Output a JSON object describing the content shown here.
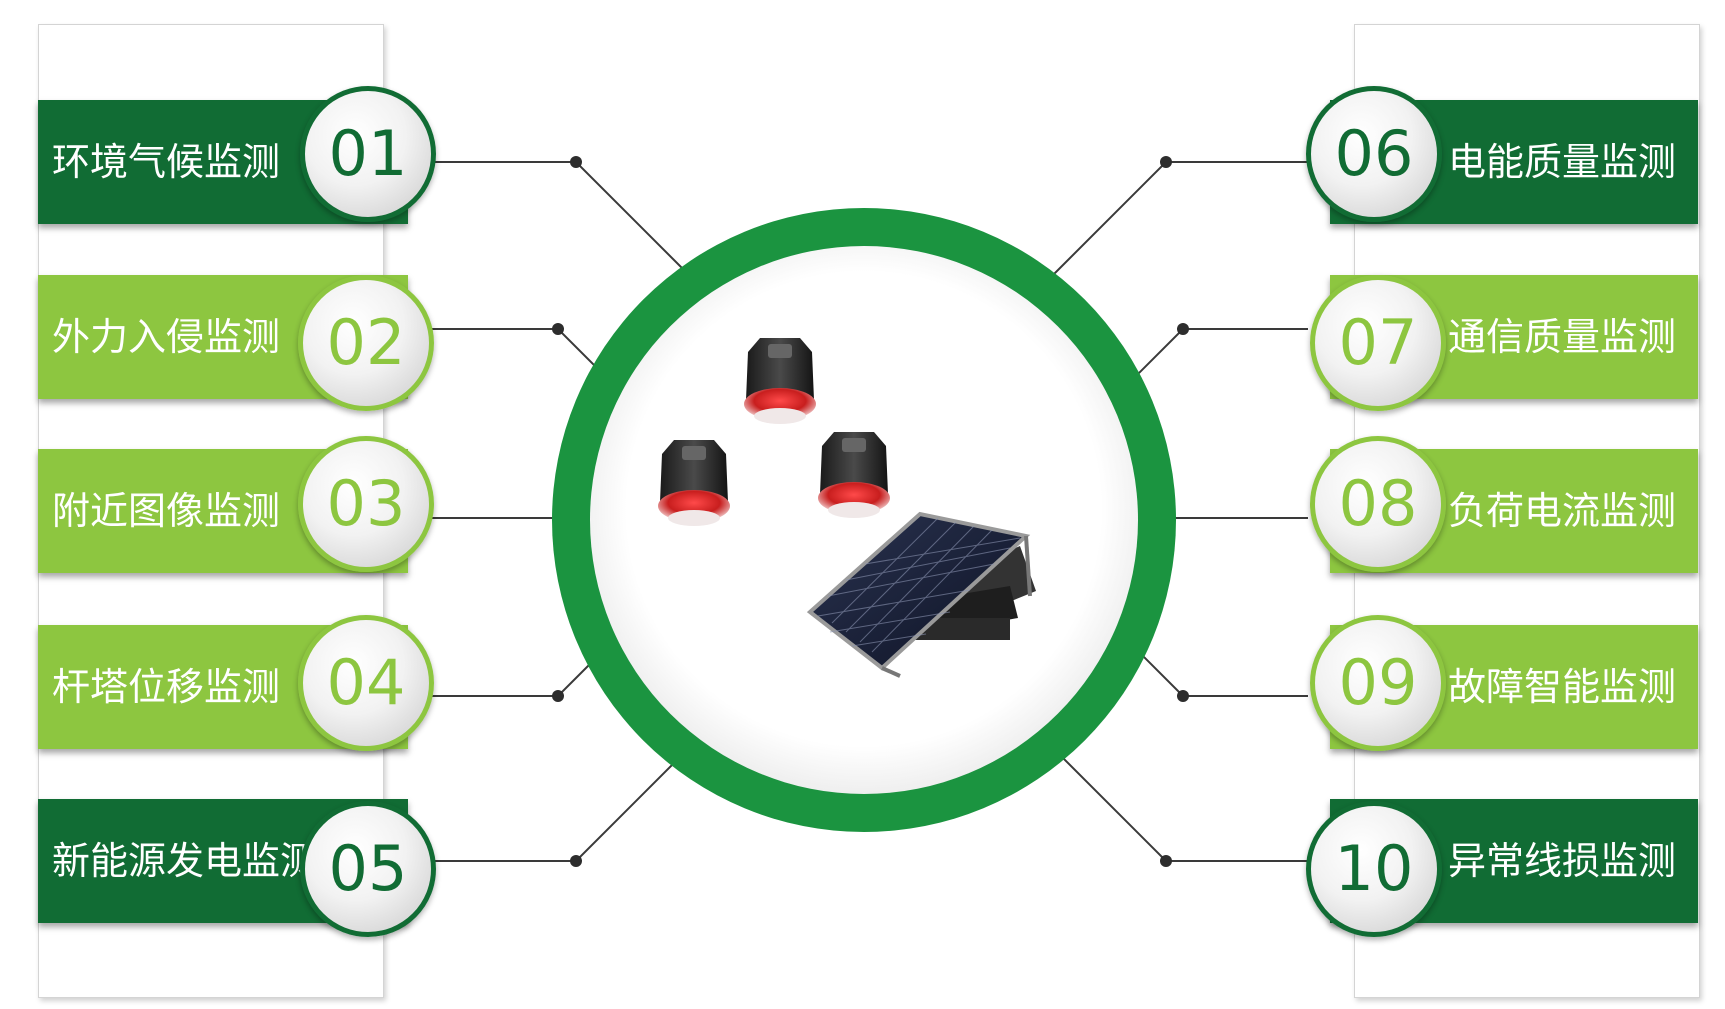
{
  "items": [
    {
      "num": "01",
      "label": "环境气候监测"
    },
    {
      "num": "02",
      "label": "外力入侵监测"
    },
    {
      "num": "03",
      "label": "附近图像监测"
    },
    {
      "num": "04",
      "label": "杆塔位移监测"
    },
    {
      "num": "05",
      "label": "新能源发电监测"
    },
    {
      "num": "06",
      "label": "电能质量监测"
    },
    {
      "num": "07",
      "label": "通信质量监测"
    },
    {
      "num": "08",
      "label": "负荷电流监测"
    },
    {
      "num": "09",
      "label": "故障智能监测"
    },
    {
      "num": "10",
      "label": "异常线损监测"
    }
  ],
  "colors": {
    "dark_green": "#116c34",
    "light_green": "#8dc640",
    "ring_green": "#1b9440"
  },
  "illustration": {
    "objects": [
      "sensor-device-icon",
      "sensor-device-icon",
      "sensor-device-icon",
      "solar-panel-icon"
    ]
  }
}
